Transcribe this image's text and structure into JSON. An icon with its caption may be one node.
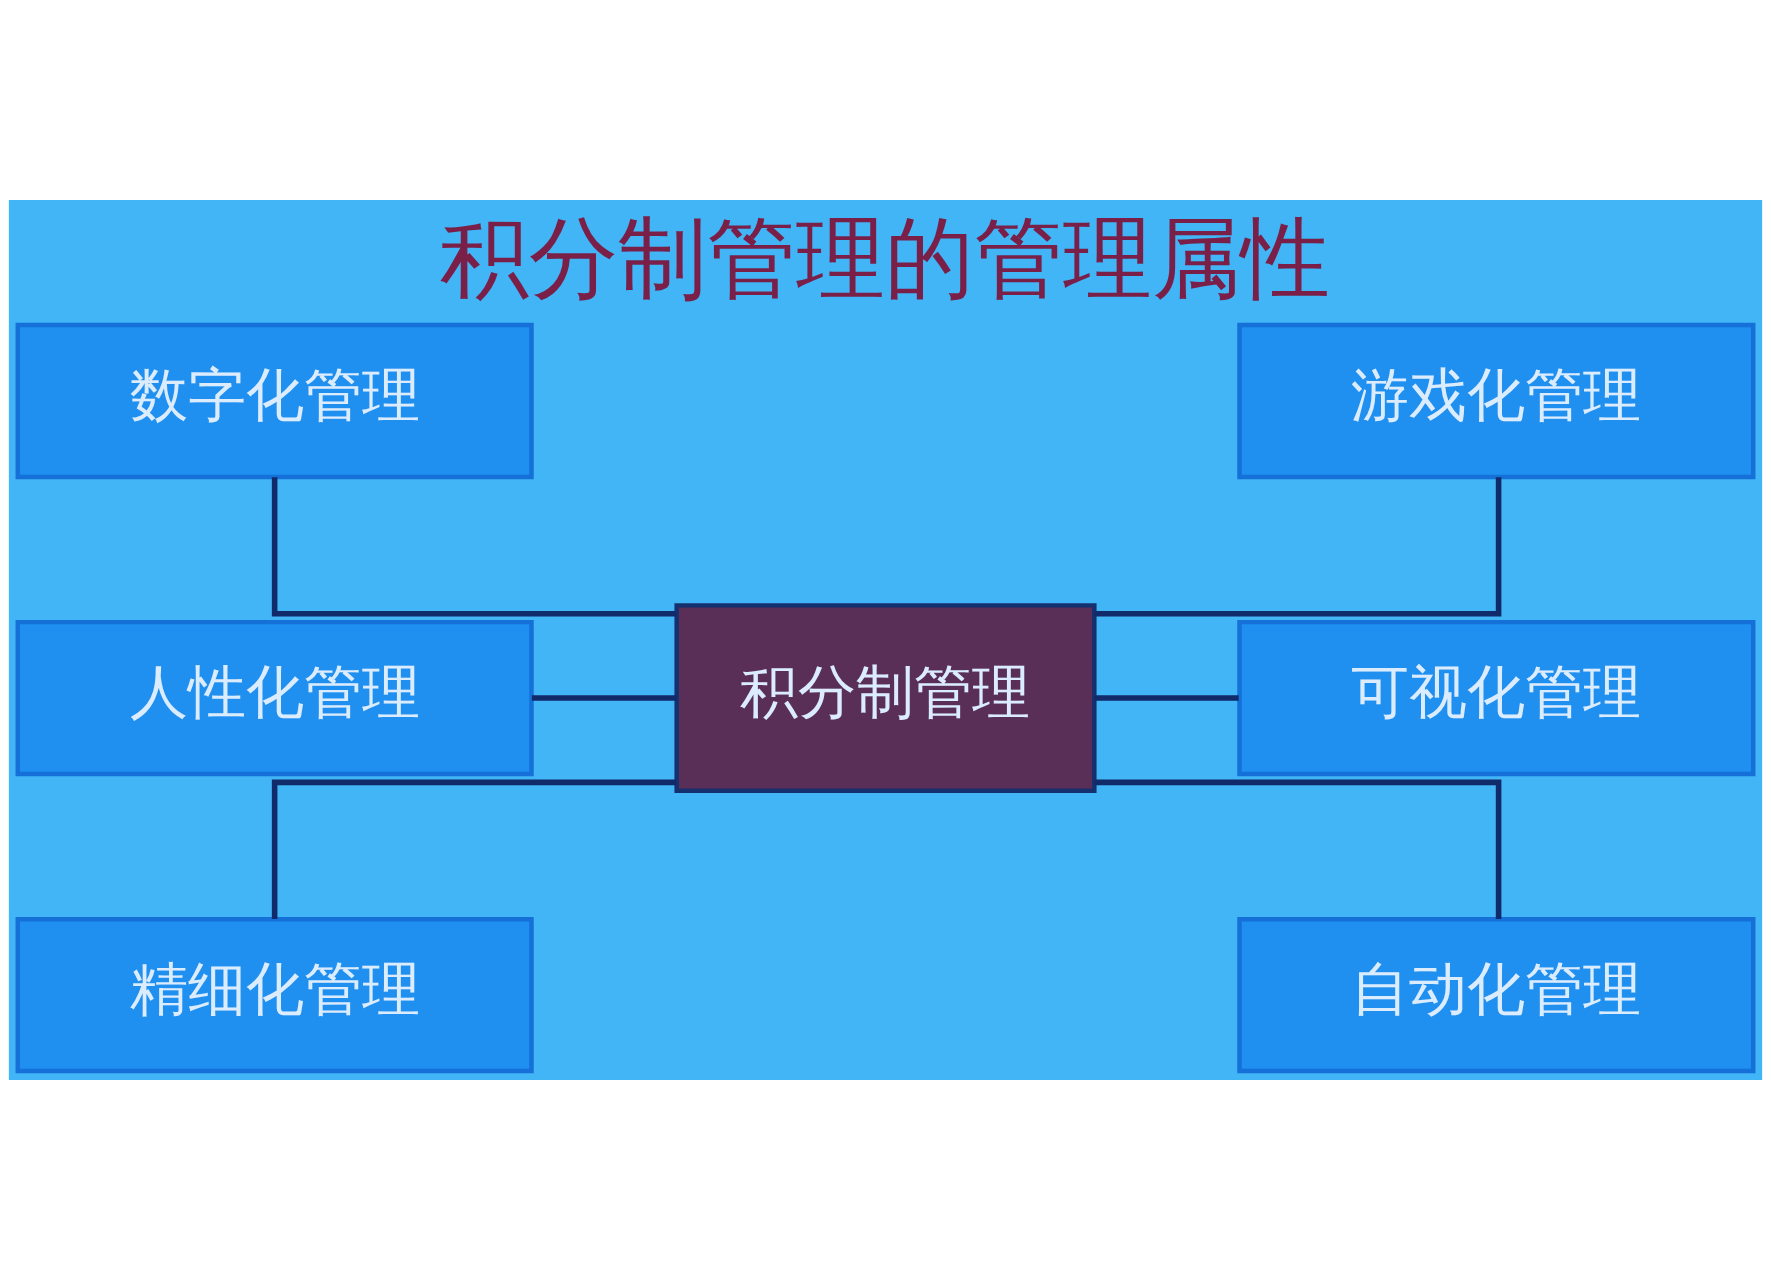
{
  "diagram": {
    "title": "积分制管理的管理属性",
    "nodes": [
      {
        "text": [
          "数字化管理"
        ]
      },
      {
        "text": [
          "人性化管理"
        ]
      },
      {
        "text": [
          "精细化管理"
        ]
      },
      {
        "text": [
          "积分制管理"
        ]
      },
      {
        "text": [
          "游戏化管理"
        ]
      },
      {
        "text": [
          "可视化管理"
        ]
      },
      {
        "text": [
          "自动化管理"
        ]
      }
    ],
    "edges": [
      {
        "from": 0,
        "to": 3,
        "arrow": "none"
      },
      {
        "from": 1,
        "to": 3,
        "arrow": "none"
      },
      {
        "from": 2,
        "to": 3,
        "arrow": "none"
      },
      {
        "from": 3,
        "to": 4,
        "arrow": "none"
      },
      {
        "from": 3,
        "to": 5,
        "arrow": "none"
      },
      {
        "from": 3,
        "to": 6,
        "arrow": "none"
      }
    ]
  }
}
